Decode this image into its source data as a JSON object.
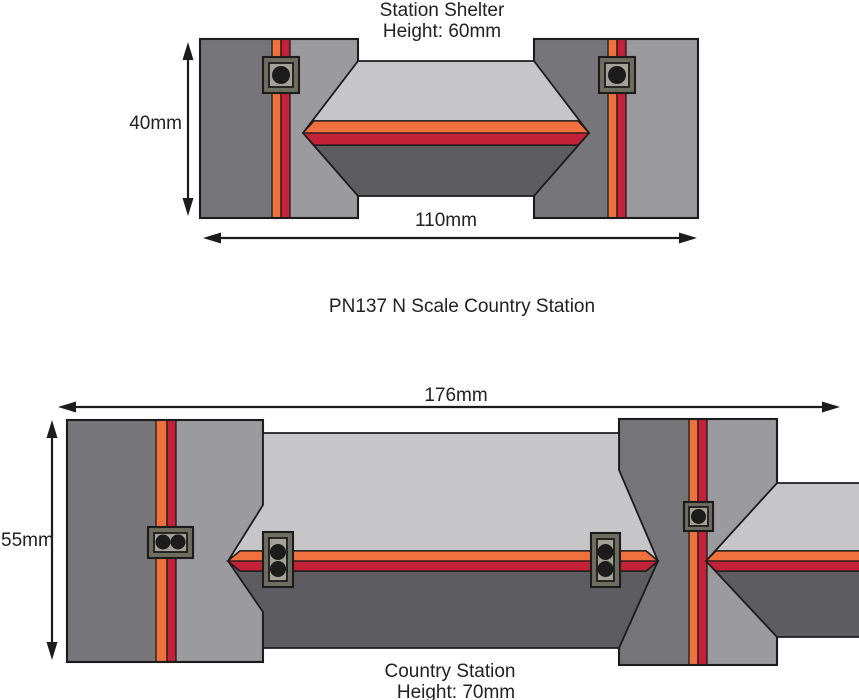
{
  "product_line": "PN137 N Scale Country Station",
  "shelter": {
    "title": "Station Shelter",
    "height_label": "Height: 60mm",
    "depth_dim": "40mm",
    "width_dim": "110mm"
  },
  "station": {
    "title": "Country Station",
    "height_label": "Height: 70mm",
    "width_dim": "176mm",
    "depth_dim": "55mm"
  },
  "colors": {
    "background": "#ffffff",
    "outline": "#1c1c1c",
    "text": "#232020",
    "roof_light": "#c6c6c8",
    "roof_dark": "#5d5d61",
    "gable_dark": "#76767a",
    "gable_light": "#9b9b9f",
    "ridge_orange": "#f0703e",
    "ridge_red": "#c42239",
    "chimney_frame": "#6e6e60",
    "chimney_inner": "#a2a298"
  }
}
